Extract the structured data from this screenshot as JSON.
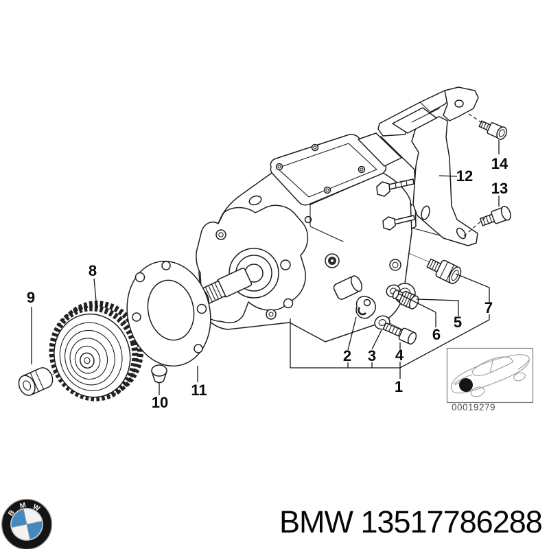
{
  "diagram": {
    "title_hint": "exploded-parts-diagram",
    "callouts": [
      "1",
      "2",
      "3",
      "4",
      "5",
      "6",
      "7",
      "8",
      "9",
      "10",
      "11",
      "12",
      "13",
      "14"
    ],
    "inset_code": "00019279"
  },
  "footer": {
    "logo_letters": [
      "B",
      "M",
      "W"
    ],
    "part_text": "BMW 13517786288"
  },
  "colors": {
    "line": "#1c1c1c",
    "logo_blue": "#4488c0",
    "logo_ring": "#141414",
    "inset_code_color": "#4d4d4d"
  }
}
